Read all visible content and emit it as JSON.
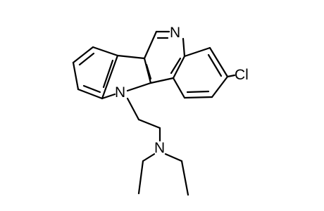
{
  "molecule": {
    "atom_labels": {
      "pyridine_n": "N",
      "indole_n": "N",
      "amine_n": "N",
      "chlorine": "Cl"
    },
    "colors": {
      "bond": "#000000",
      "label": "#000000",
      "background": "#ffffff"
    }
  }
}
